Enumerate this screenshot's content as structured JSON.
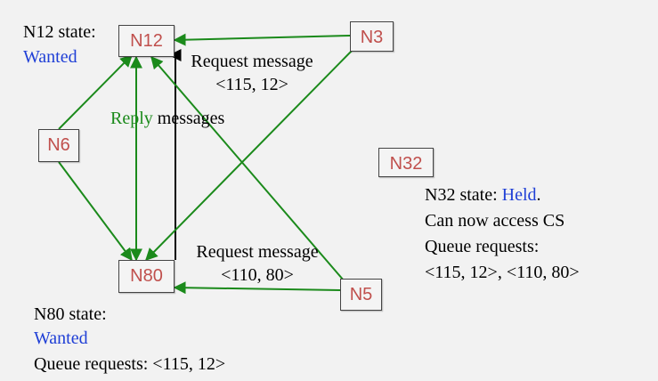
{
  "nodes": {
    "n12": "N12",
    "n3": "N3",
    "n6": "N6",
    "n32": "N32",
    "n80": "N80",
    "n5": "N5"
  },
  "labels": {
    "n12_state_prefix": "N12 state:",
    "n12_state_value": "Wanted",
    "request_top_line1": "Request message",
    "request_top_line2": "<115, 12>",
    "reply_part1": "Reply",
    "reply_part2": " messages",
    "request_bottom_line1": "Request message",
    "request_bottom_line2": "<110, 80>",
    "n32_state_prefix": "N32 state: ",
    "n32_state_value": "Held",
    "n32_state_suffix": ".",
    "n32_line2": "Can now access CS",
    "n32_line3": "Queue requests:",
    "n32_line4": "<115, 12>, <110, 80>",
    "n80_state_prefix": "N80 state:",
    "n80_state_value": "Wanted",
    "n80_queue": "Queue requests: <115, 12>"
  },
  "colors": {
    "node_text": "#c0504d",
    "arrow_green": "#1b8a1b",
    "arrow_black": "#000000",
    "state_blue": "#1f3fd6",
    "background": "#f2f2f2"
  }
}
